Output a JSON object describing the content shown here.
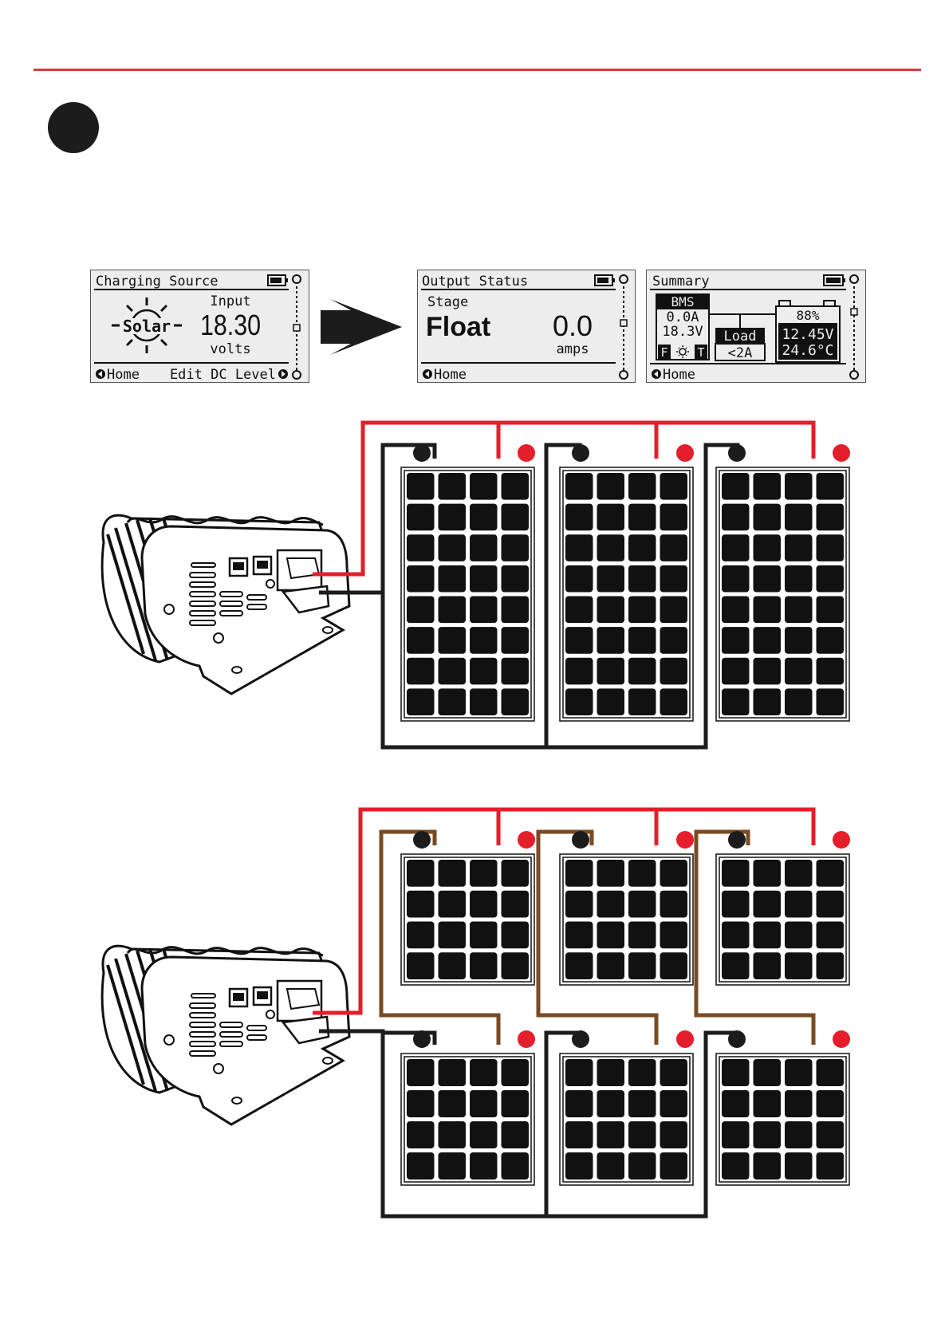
{
  "screens": {
    "charging": {
      "title": "Charging Source",
      "source_label": "Solar",
      "input_label": "Input",
      "input_value": "18.30",
      "unit": "volts",
      "footer_left": "Home",
      "footer_right": "Edit DC Level"
    },
    "output": {
      "title": "Output Status",
      "stage_label": "Stage",
      "stage_value": "Float",
      "current_value": "0.0",
      "current_unit": "amps",
      "footer_left": "Home"
    },
    "summary": {
      "title": "Summary",
      "bms_label": "BMS",
      "bms_current": "0.0A",
      "bms_voltage": "18.3V",
      "flag_f": "F",
      "flag_t": "T",
      "load_label": "Load",
      "load_value": "<2A",
      "battery_percent": "88%",
      "battery_voltage": "12.45V",
      "battery_temp": "24.6°C",
      "footer_left": "Home"
    }
  },
  "diagrams": {
    "parallel": {
      "panel_count": 3,
      "panel_grid": [
        4,
        8
      ]
    },
    "series_parallel": {
      "panel_count": 6,
      "panel_grid": [
        4,
        4
      ]
    }
  },
  "colors": {
    "rule": "#d93a3f",
    "positive": "#e41e2b",
    "negative": "#1c1c1c",
    "series_link": "#7a4a22",
    "cell": "#111111",
    "screen_bg": "#ededed"
  }
}
